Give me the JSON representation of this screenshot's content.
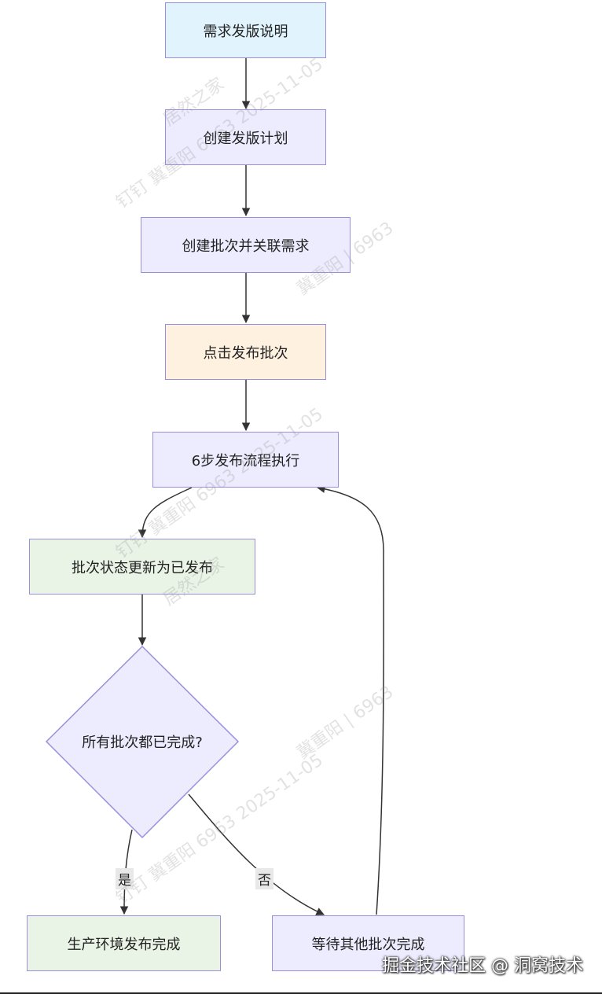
{
  "nodes": {
    "n1": "需求发版说明",
    "n2": "创建发版计划",
    "n3": "创建批次并关联需求",
    "n4": "点击发布批次",
    "n5": "6步发布流程执行",
    "n6": "批次状态更新为已发布",
    "decision": "所有批次都已完成?",
    "yes_node": "生产环境发布完成",
    "no_node": "等待其他批次完成"
  },
  "edges": {
    "yes_label": "是",
    "no_label": "否"
  },
  "watermarks": [
    "居然之家",
    "钉钉 冀重阳 6963 2025-11-05",
    "冀重阳 | 6963",
    "钉钉 冀重阳 6963 2025-11-05",
    "居然之家",
    "冀重阳 | 6963",
    "钉钉 冀重阳 6963 2025-11-05"
  ],
  "footer": "掘金技术社区 @ 洞窝技术",
  "colors": {
    "node_border": "#9a8fd9",
    "blue_fill": "#e1f3fd",
    "purple_fill": "#ececfe",
    "orange_fill": "#fff1df",
    "green_fill": "#e9f3e6",
    "edge": "#333333"
  }
}
